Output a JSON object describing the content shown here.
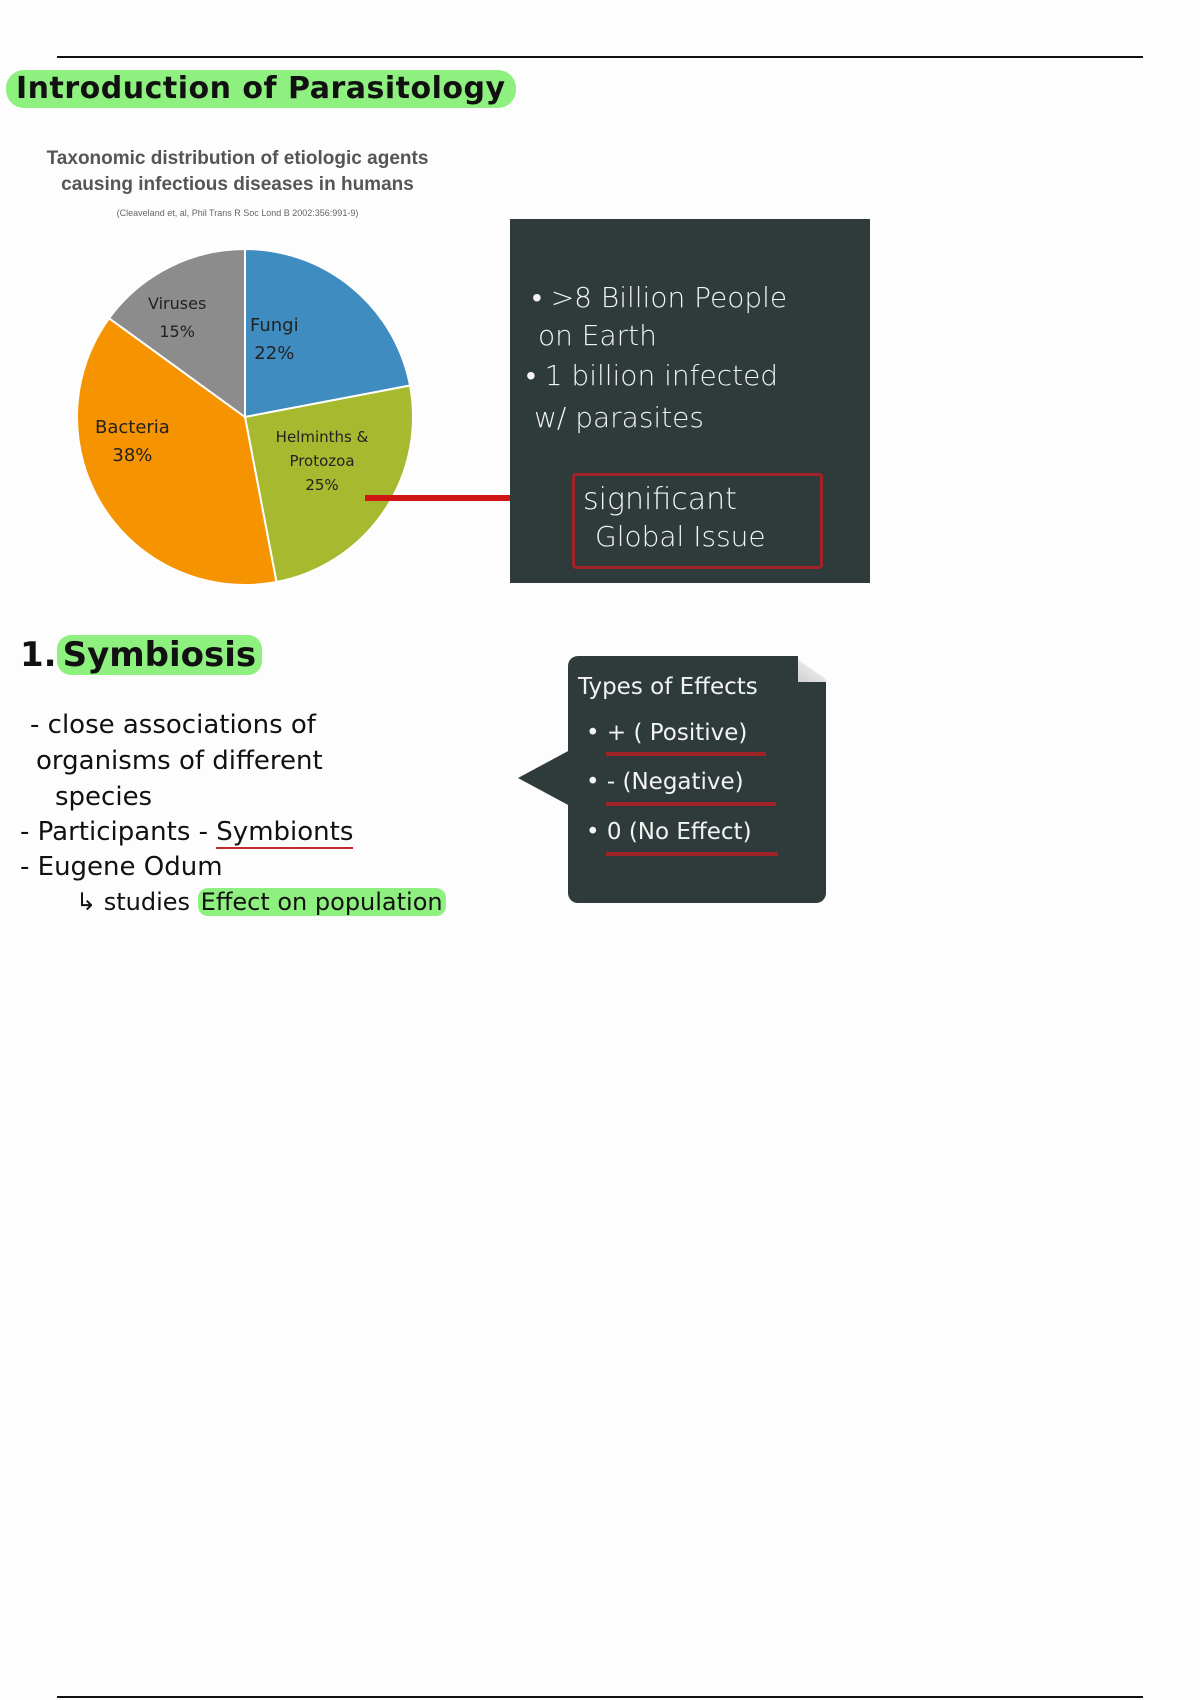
{
  "title": "Introduction of Parasitology",
  "chart_data": {
    "type": "pie",
    "title": "Taxonomic distribution of etiologic agents causing infectious diseases in humans",
    "citation": "(Cleaveland et, al, Phil Trans R Soc Lond B 2002:356:991-9)",
    "slices": [
      {
        "label": "Fungi",
        "value": 22,
        "display": "22%",
        "color": "#3f8cc0"
      },
      {
        "label": "Helminths & Protozoa",
        "value": 25,
        "display": "25%",
        "color": "#a6b92f"
      },
      {
        "label": "Bacteria",
        "value": 38,
        "display": "38%",
        "color": "#f59300"
      },
      {
        "label": "Viruses",
        "value": 15,
        "display": "15%",
        "color": "#8c8c8c"
      }
    ]
  },
  "facts": {
    "line1": "• >8 Billion People",
    "line2": "on Earth",
    "line3": "• 1 billion infected",
    "line4": "w/ parasites",
    "sig1": "significant",
    "sig2": "Global Issue"
  },
  "symbiosis": {
    "heading_num": "1.",
    "heading": "Symbiosis",
    "n1": "- close associations of",
    "n2": "organisms of different",
    "n3": "species",
    "n4a": "- Participants - ",
    "n4b": "Symbionts",
    "n5": "- Eugene Odum",
    "n6a": "↳ studies ",
    "n6b": "Effect on population"
  },
  "effects": {
    "title": "Types of Effects",
    "e1": "• + ( Positive)",
    "e2": "• - (Negative)",
    "e3": "• 0 (No Effect)"
  }
}
